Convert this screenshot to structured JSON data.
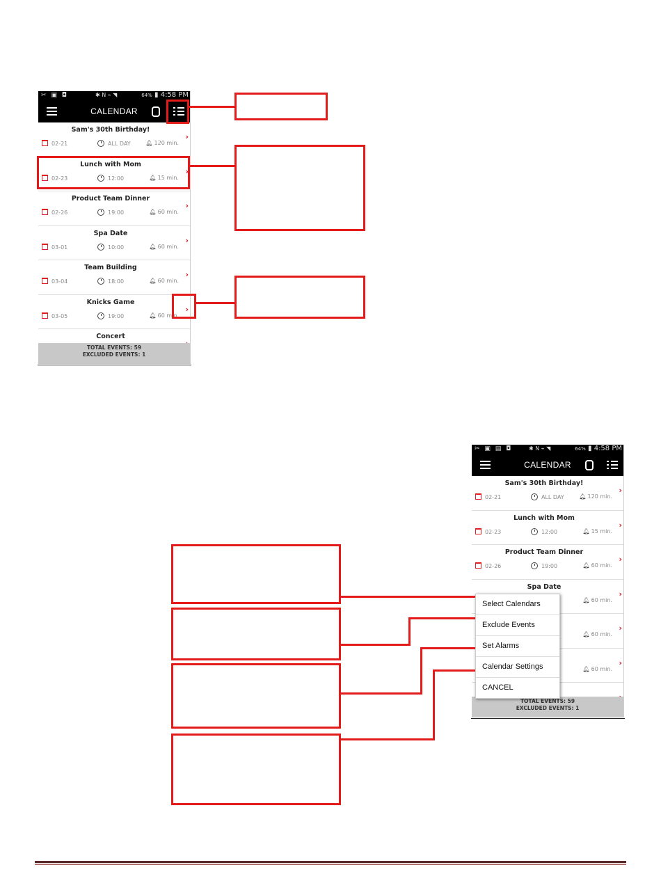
{
  "screen1": {
    "status_time": "4:58 PM",
    "status_battery": "64%",
    "title": "CALENDAR",
    "events": [
      {
        "title": "Sam's 30th Birthday!",
        "date": "02-21",
        "time": "ALL DAY",
        "alarm": "120 min."
      },
      {
        "title": "Lunch with Mom",
        "date": "02-23",
        "time": "12:00",
        "alarm": "15 min."
      },
      {
        "title": "Product Team Dinner",
        "date": "02-26",
        "time": "19:00",
        "alarm": "60 min."
      },
      {
        "title": "Spa Date",
        "date": "03-01",
        "time": "10:00",
        "alarm": "60 min."
      },
      {
        "title": "Team Building",
        "date": "03-04",
        "time": "18:00",
        "alarm": "60 min."
      },
      {
        "title": "Knicks Game",
        "date": "03-05",
        "time": "19:00",
        "alarm": "60 min."
      },
      {
        "title": "Concert",
        "date": "",
        "time": "",
        "alarm": ""
      }
    ],
    "total_events": "TOTAL EVENTS: 59",
    "excluded_events": "EXCLUDED EVENTS: 1"
  },
  "screen2": {
    "status_time": "4:58 PM",
    "status_battery": "64%",
    "title": "CALENDAR",
    "events": [
      {
        "title": "Sam's 30th Birthday!",
        "date": "02-21",
        "time": "ALL DAY",
        "alarm": "120 min."
      },
      {
        "title": "Lunch with Mom",
        "date": "02-23",
        "time": "12:00",
        "alarm": "15 min."
      },
      {
        "title": "Product Team Dinner",
        "date": "02-26",
        "time": "19:00",
        "alarm": "60 min."
      },
      {
        "title": "Spa Date",
        "date": "",
        "time": "",
        "alarm": "60 min."
      },
      {
        "title": "ing",
        "date": "",
        "time": "",
        "alarm": "60 min."
      },
      {
        "title": "ne",
        "date": "",
        "time": "",
        "alarm": "60 min."
      },
      {
        "title": "",
        "date": "",
        "time": "",
        "alarm": ""
      }
    ],
    "total_events": "TOTAL EVENTS: 59",
    "excluded_events": "EXCLUDED EVENTS: 1",
    "menu": [
      "Select Calendars",
      "Exclude Events",
      "Set Alarms",
      "Calendar Settings",
      "CANCEL"
    ]
  },
  "colors": {
    "annotation": "#e31b1b",
    "chevron": "#d3121b",
    "footer_bg": "#c8c8c8"
  }
}
